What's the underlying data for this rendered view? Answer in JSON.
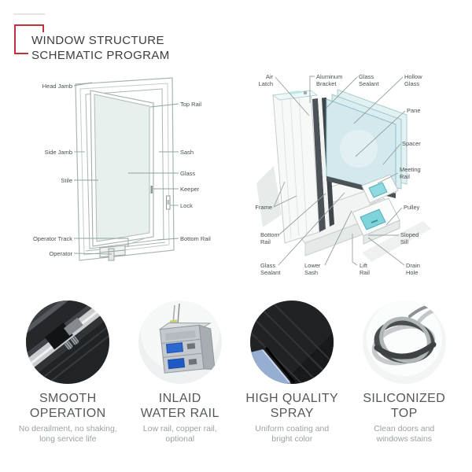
{
  "header": {
    "title_line1": "WINDOW STRUCTURE",
    "title_line2": "SCHEMATIC PROGRAM",
    "accent_color": "#c62f3e"
  },
  "palette": {
    "glass_mint": "#e8f0ed",
    "glass_blue": "#d3e9ee",
    "chamber_cyan": "#7fd3db",
    "sealant_dark": "#4c5256",
    "insert_blue": "#2b69cf",
    "label_text": "#46504c"
  },
  "diagram_left": {
    "labels": {
      "head_jamb": "Head Jamb",
      "top_rail": "Top Rail",
      "side_jamb": "Side Jamb",
      "sash": "Sash",
      "glass": "Glass",
      "stile": "Stile",
      "keeper": "Keeper",
      "lock": "Lock",
      "operator_track": "Operator Track",
      "bottom_rail": "Bottom Rail",
      "operator": "Operator"
    }
  },
  "diagram_right": {
    "labels": {
      "air_latch": [
        "Air",
        "Latch"
      ],
      "aluminum_bracket": [
        "Aluminum",
        "Bracket"
      ],
      "glass_sealant_top": [
        "Glass",
        "Sealant"
      ],
      "hollow_glass": [
        "Hollow",
        "Glass"
      ],
      "pane": "Pane",
      "spacer": "Spacer",
      "meeting_rail": [
        "Meeting",
        "Rail"
      ],
      "pulley": "Pulley",
      "frame": "Frame",
      "bottom_rail": [
        "Bottom",
        "Rail"
      ],
      "sloped_sill": [
        "Sloped",
        "Sill"
      ],
      "glass_sealant_bottom": [
        "Glass",
        "Sealant"
      ],
      "lower_sash": [
        "Lower",
        "Sash"
      ],
      "lift_rail": [
        "Lift",
        "Rail"
      ],
      "drain_hole": [
        "Drain",
        "Hole"
      ]
    }
  },
  "features": [
    {
      "icon": "sliding-track-photo",
      "title_line1": "SMOOTH",
      "title_line2": "OPERATION",
      "desc_line1": "No derailment, no shaking,",
      "desc_line2": "long service life"
    },
    {
      "icon": "aluminum-profile-photo",
      "title_line1": "INLAID",
      "title_line2": "WATER RAIL",
      "desc_line1": "Low rail, copper rail,",
      "desc_line2": "optional"
    },
    {
      "icon": "black-frame-corner-photo",
      "title_line1": "HIGH QUALITY",
      "title_line2": "SPRAY",
      "desc_line1": "Uniform coating and",
      "desc_line2": "bright color"
    },
    {
      "icon": "sealant-strip-coil-photo",
      "title_line1": "SILICONIZED",
      "title_line2": "TOP",
      "desc_line1": "Clean doors and",
      "desc_line2": "windows stains"
    }
  ]
}
